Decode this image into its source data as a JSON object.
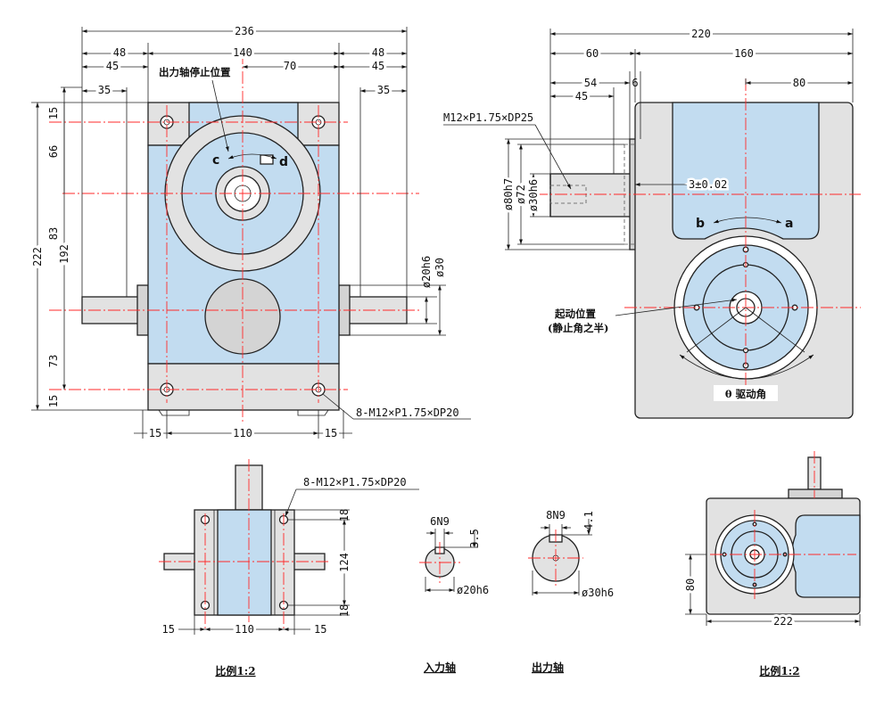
{
  "front_view": {
    "dims": {
      "overall_width": "236",
      "left_offset": "48",
      "right_offset": "48",
      "center_width": "140",
      "half_width": "70",
      "left_45": "45",
      "right_45": "45",
      "left_35": "35",
      "right_35": "35",
      "height_total": "222",
      "height_192": "192",
      "height_15_top": "15",
      "height_66": "66",
      "height_83": "83",
      "height_73": "73",
      "height_15_bottom": "15",
      "shaft_dia_inner": "ø20h6",
      "shaft_dia_outer": "ø30",
      "bottom_15_left": "15",
      "bottom_110": "110",
      "bottom_15_right": "15"
    },
    "notes": {
      "output_stop_position": "出力轴停止位置",
      "tapped_holes": "8-M12×P1.75×DP20"
    },
    "rotation": {
      "left": "c",
      "right": "d"
    }
  },
  "side_view": {
    "dims": {
      "overall_width": "220",
      "left_60": "60",
      "right_160": "160",
      "top_80": "80",
      "dim_54": "54",
      "dim_6": "6",
      "dim_45": "45",
      "thread": "M12×P1.75×DP25",
      "key_offset": "3±0.02",
      "dia_80": "ø80h7",
      "dia_72": "ø72",
      "dia_30": "ø30h6"
    },
    "notes": {
      "start_position_line1": "起动位置",
      "start_position_line2": "(静止角之半)",
      "drive_angle": "θ 驱动角"
    },
    "rotation": {
      "left": "b",
      "right": "a"
    }
  },
  "bottom_view": {
    "dims": {
      "tapped_holes": "8-M12×P1.75×DP20",
      "height_124": "124",
      "height_18_top": "18",
      "height_18_bottom": "18",
      "width_15_left": "15",
      "width_110": "110",
      "width_15_right": "15"
    },
    "caption": "比例1:2"
  },
  "input_shaft": {
    "key": "6N9",
    "depth": "3.5",
    "dia": "ø20h6",
    "caption": "入力轴"
  },
  "output_shaft": {
    "key": "8N9",
    "depth": "4.1",
    "dia": "ø30h6",
    "caption": "出力轴"
  },
  "small_view": {
    "dims": {
      "height_80": "80",
      "width_222": "222"
    },
    "caption": "比例1:2"
  },
  "colors": {
    "body_blue": "#c2dcf0",
    "body_grey": "#e2e2e2",
    "centerline": "#ff2a2a"
  }
}
